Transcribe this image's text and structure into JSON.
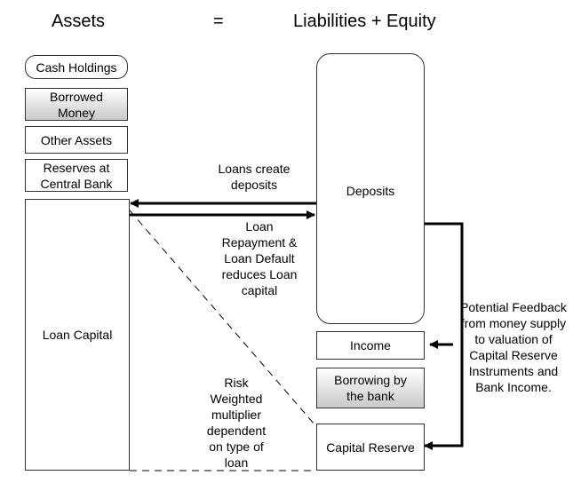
{
  "header": {
    "assets": "Assets",
    "equals": "=",
    "liabilities_equity": "Liabilities + Equity"
  },
  "assets": {
    "cash_holdings": "Cash Holdings",
    "borrowed_money": "Borrowed\nMoney",
    "other_assets": "Other Assets",
    "reserves": "Reserves at\nCentral Bank",
    "loan_capital": "Loan Capital"
  },
  "liabilities": {
    "deposits": "Deposits",
    "income": "Income",
    "borrowing": "Borrowing by\nthe bank",
    "capital_reserve": "Capital Reserve"
  },
  "annotations": {
    "loans_create": "Loans create\ndeposits",
    "loan_repayment": "Loan\nRepayment &\nLoan Default\nreduces Loan\ncapital",
    "risk_weighted": "Risk\nWeighted\nmultiplier\ndependent\non type of\nloan",
    "feedback": "Potential Feedback\nfrom money supply\nto valuation of\nCapital Reserve\nInstruments and\nBank Income."
  }
}
